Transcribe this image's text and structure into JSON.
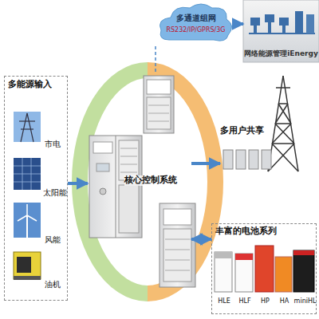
{
  "diagram": {
    "nodes": [
      {
        "text": [
          "多能源输入"
        ]
      },
      {
        "text": [
          "市电"
        ],
        "in": 0
      },
      {
        "text": [
          "太阳能"
        ],
        "in": 0
      },
      {
        "text": [
          "风能"
        ],
        "in": 0
      },
      {
        "text": [
          "油机"
        ],
        "in": 0
      },
      {
        "text": [
          "核心控制系统"
        ]
      },
      {
        "text": [
          "多通道组网",
          "RS232/IP/GPRS/3G"
        ]
      },
      {
        "text": [
          "网络能源管理iEnergy"
        ]
      },
      {
        "text": [
          "多用户共享"
        ]
      },
      {
        "text": [
          "丰富的电池系列"
        ]
      },
      {
        "text": [
          "HLE"
        ],
        "in": 9
      },
      {
        "text": [
          "HLF"
        ],
        "in": 9
      },
      {
        "text": [
          "HP"
        ],
        "in": 9
      },
      {
        "text": [
          "HA"
        ],
        "in": 9
      },
      {
        "text": [
          "miniHL"
        ],
        "in": 9
      }
    ],
    "edges": [
      {
        "from": 0,
        "to": 5,
        "arrow": "to"
      },
      {
        "from": 5,
        "to": 6,
        "arrow": "none"
      },
      {
        "from": 6,
        "to": 7,
        "arrow": "to"
      },
      {
        "from": 5,
        "to": 8,
        "arrow": "to"
      },
      {
        "from": 5,
        "to": 9,
        "arrow": "both"
      }
    ]
  }
}
